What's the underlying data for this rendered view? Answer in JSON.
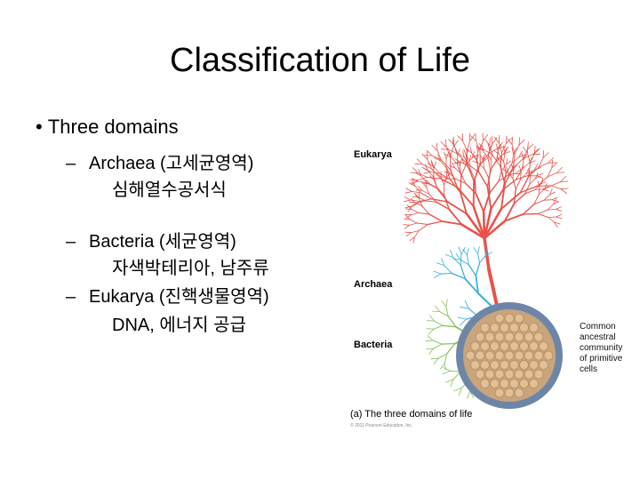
{
  "title": "Classification of Life",
  "bullet": "Three domains",
  "items": [
    {
      "line1": "Archaea (고세균영역)",
      "line2": "심해열수공서식"
    },
    {
      "line1": "Bacteria (세균영역)",
      "line2": "자색박테리아, 남주류"
    },
    {
      "line1": "Eukarya (진핵생물영역)",
      "line2": "DNA, 에너지 공급"
    }
  ],
  "figure": {
    "labels": {
      "eukarya": "Eukarya",
      "archaea": "Archaea",
      "bacteria": "Bacteria"
    },
    "common_cells": [
      "Common",
      "ancestral",
      "community",
      "of primitive",
      "cells"
    ],
    "caption": "(a) The three domains of life",
    "copyright": "© 2011 Pearson Education, Inc.",
    "colors": {
      "eukarya": "#e8524a",
      "archaea": "#3ab0e0",
      "bacteria": "#86c35a",
      "cell_fill": "#e2bf94",
      "ring": "#6d86a8"
    }
  }
}
